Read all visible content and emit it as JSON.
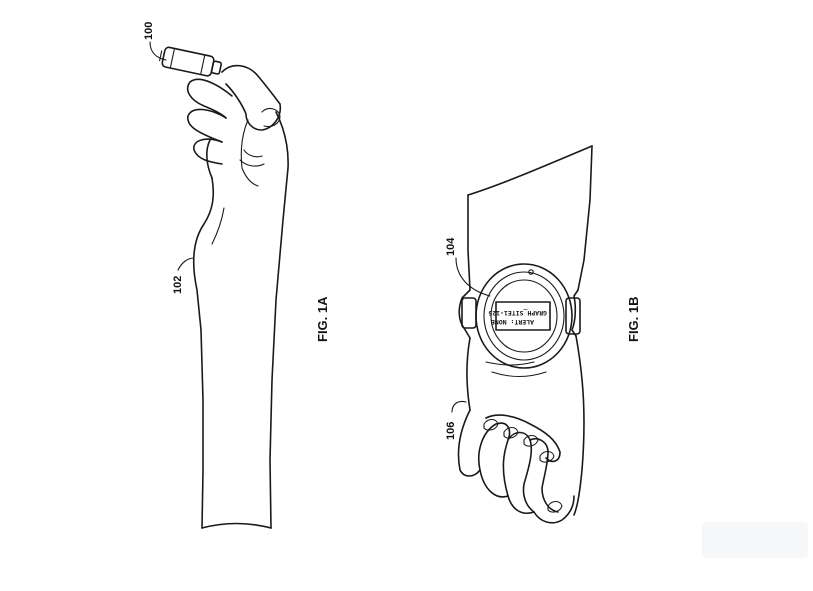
{
  "figure_1a": {
    "caption": "FIG. 1A",
    "labels": {
      "device": "100",
      "arm": "102"
    }
  },
  "figure_1b": {
    "caption": "FIG. 1B",
    "labels": {
      "watch": "104",
      "hand": "106"
    },
    "watch_screen": {
      "line1": "GRAPH_SITE1-125",
      "line2": "ALERT: NONE"
    }
  }
}
